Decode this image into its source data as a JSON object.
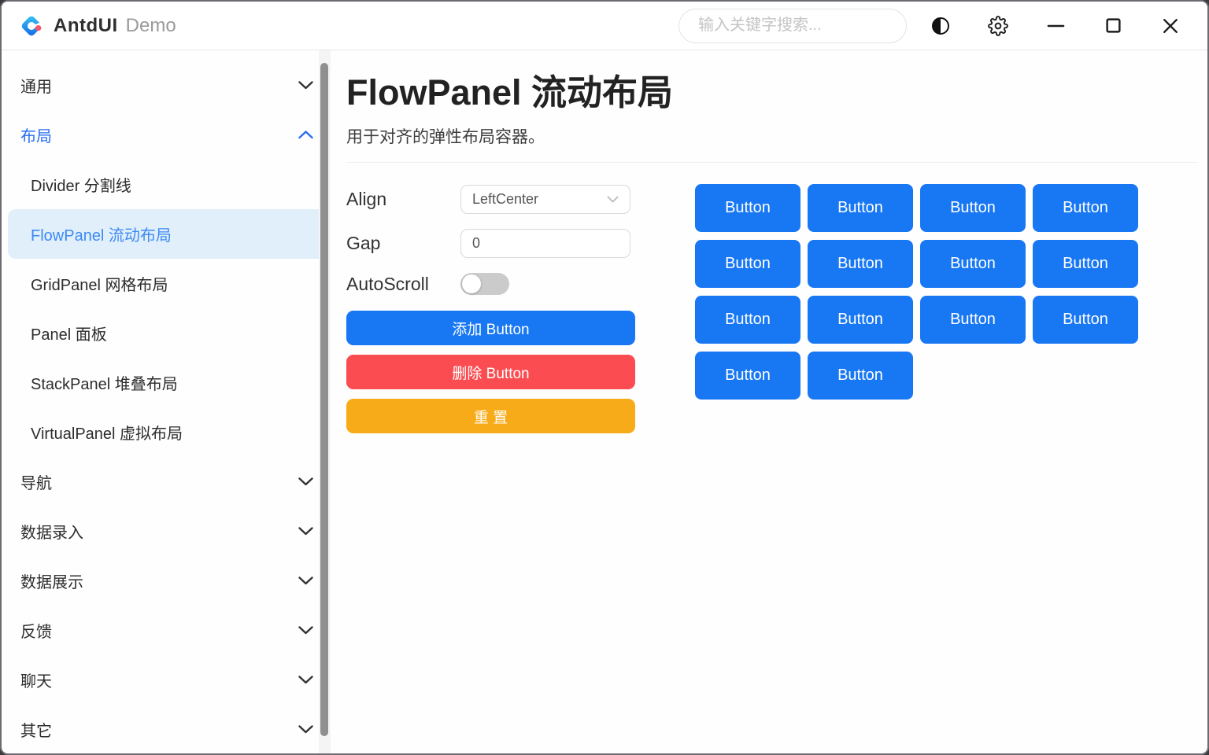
{
  "window": {
    "brand": "AntdUI",
    "brand_suffix": "Demo",
    "search": {
      "placeholder": "输入关键字搜索..."
    },
    "titlebar_icons": [
      {
        "name": "theme-contrast-icon",
        "glyph": "◐"
      },
      {
        "name": "gear-icon",
        "glyph": "⚙"
      },
      {
        "name": "minimize-icon",
        "glyph": "–"
      },
      {
        "name": "maximize-icon",
        "glyph": "□"
      },
      {
        "name": "close-icon",
        "glyph": "✕"
      }
    ]
  },
  "sidebar": {
    "items": [
      {
        "label": "通用",
        "type": "group",
        "state": "collapsed"
      },
      {
        "label": "布局",
        "type": "group",
        "state": "expanded",
        "active": true,
        "children": [
          {
            "label": "Divider 分割线"
          },
          {
            "label": "FlowPanel 流动布局",
            "selected": true
          },
          {
            "label": "GridPanel 网格布局"
          },
          {
            "label": "Panel 面板"
          },
          {
            "label": "StackPanel 堆叠布局"
          },
          {
            "label": "VirtualPanel 虚拟布局"
          }
        ]
      },
      {
        "label": "导航",
        "type": "group",
        "state": "collapsed"
      },
      {
        "label": "数据录入",
        "type": "group",
        "state": "collapsed"
      },
      {
        "label": "数据展示",
        "type": "group",
        "state": "collapsed"
      },
      {
        "label": "反馈",
        "type": "group",
        "state": "collapsed"
      },
      {
        "label": "聊天",
        "type": "group",
        "state": "collapsed"
      },
      {
        "label": "其它",
        "type": "group",
        "state": "collapsed"
      }
    ]
  },
  "page": {
    "title": "FlowPanel 流动布局",
    "subtitle": "用于对齐的弹性布局容器。"
  },
  "controls": {
    "align_label": "Align",
    "align_value": "LeftCenter",
    "gap_label": "Gap",
    "gap_value": "0",
    "autoscroll_label": "AutoScroll",
    "autoscroll_on": false,
    "add_button_label": "添加 Button",
    "remove_button_label": "删除 Button",
    "reset_button_label": "重 置"
  },
  "flow_demo": {
    "button_label": "Button",
    "button_count": 14,
    "row_layout": [
      4,
      4,
      4,
      2
    ]
  },
  "colors": {
    "primary": "#1877f3",
    "danger": "#fb4d51",
    "warning": "#f8ab18",
    "sidebar_selected_bg": "#e1effb",
    "sidebar_selected_text": "#3d8af2",
    "active_group_text": "#2a6ef4"
  }
}
